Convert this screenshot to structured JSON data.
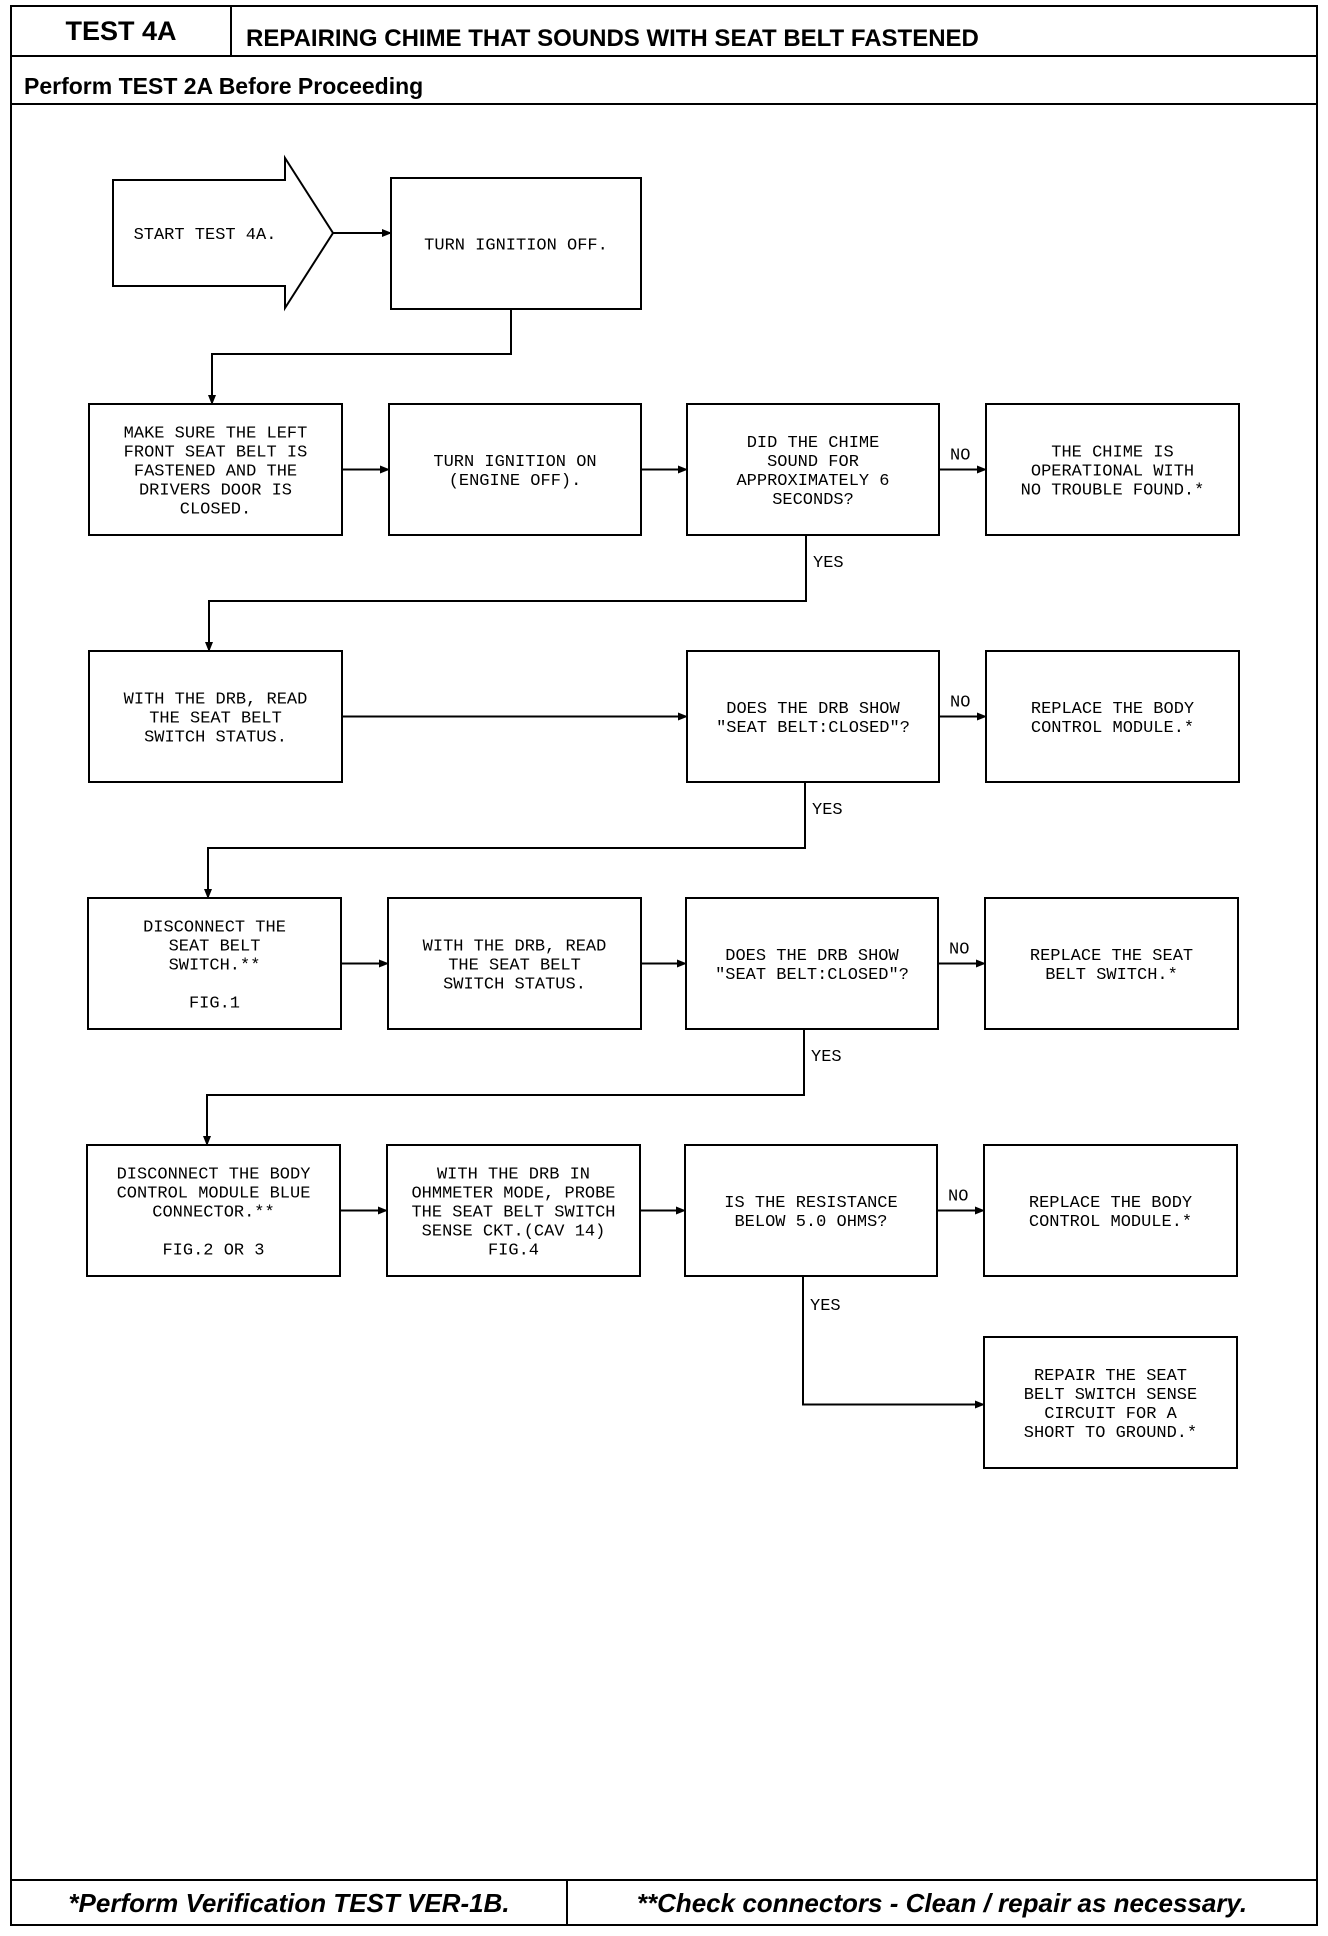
{
  "header": {
    "test_id": "TEST 4A",
    "title": "REPAIRING CHIME THAT SOUNDS WITH SEAT BELT FASTENED",
    "subtitle": "Perform TEST 2A Before Proceeding"
  },
  "footer": {
    "left": "*Perform Verification TEST VER-1B.",
    "right": "**Check connectors - Clean / repair as necessary."
  },
  "flow": {
    "start": [
      "START TEST 4A."
    ],
    "turn_off": [
      "TURN IGNITION OFF."
    ],
    "make_sure": [
      "MAKE SURE THE LEFT",
      "FRONT SEAT BELT IS",
      "FASTENED AND THE",
      "DRIVERS DOOR IS",
      "CLOSED."
    ],
    "turn_on": [
      "TURN IGNITION ON",
      "(ENGINE OFF)."
    ],
    "q_chime": [
      "DID THE CHIME",
      "SOUND FOR",
      "APPROXIMATELY 6",
      "SECONDS?"
    ],
    "chime_ok": [
      "THE CHIME IS",
      "OPERATIONAL WITH",
      "NO TROUBLE FOUND.*"
    ],
    "read_status": [
      "WITH THE DRB, READ",
      "THE SEAT BELT",
      "SWITCH STATUS."
    ],
    "q_drb1": [
      "DOES THE DRB SHOW",
      "\"SEAT BELT:CLOSED\"?"
    ],
    "replace_bcm1": [
      "REPLACE THE BODY",
      "CONTROL MODULE.*"
    ],
    "disconnect_switch": [
      "DISCONNECT THE",
      "SEAT BELT",
      "SWITCH.**",
      "",
      "FIG.1"
    ],
    "read_status2": [
      "WITH THE DRB, READ",
      "THE SEAT BELT",
      "SWITCH STATUS."
    ],
    "q_drb2": [
      "DOES THE DRB SHOW",
      "\"SEAT BELT:CLOSED\"?"
    ],
    "replace_switch": [
      "REPLACE THE SEAT",
      "BELT SWITCH.*"
    ],
    "disconnect_bcm": [
      "DISCONNECT THE BODY",
      "CONTROL MODULE BLUE",
      "CONNECTOR.**",
      "",
      "FIG.2 OR 3"
    ],
    "ohmmeter": [
      "WITH THE DRB IN",
      "OHMMETER MODE, PROBE",
      "THE SEAT BELT SWITCH",
      "SENSE CKT.(CAV 14)",
      "FIG.4"
    ],
    "q_resistance": [
      "IS THE RESISTANCE",
      "BELOW 5.0 OHMS?"
    ],
    "replace_bcm2": [
      "REPLACE THE BODY",
      "CONTROL MODULE.*"
    ],
    "repair_circuit": [
      "REPAIR THE SEAT",
      "BELT SWITCH SENSE",
      "CIRCUIT FOR A",
      "SHORT TO GROUND.*"
    ],
    "yes_label": "YES",
    "no_label": "NO"
  }
}
